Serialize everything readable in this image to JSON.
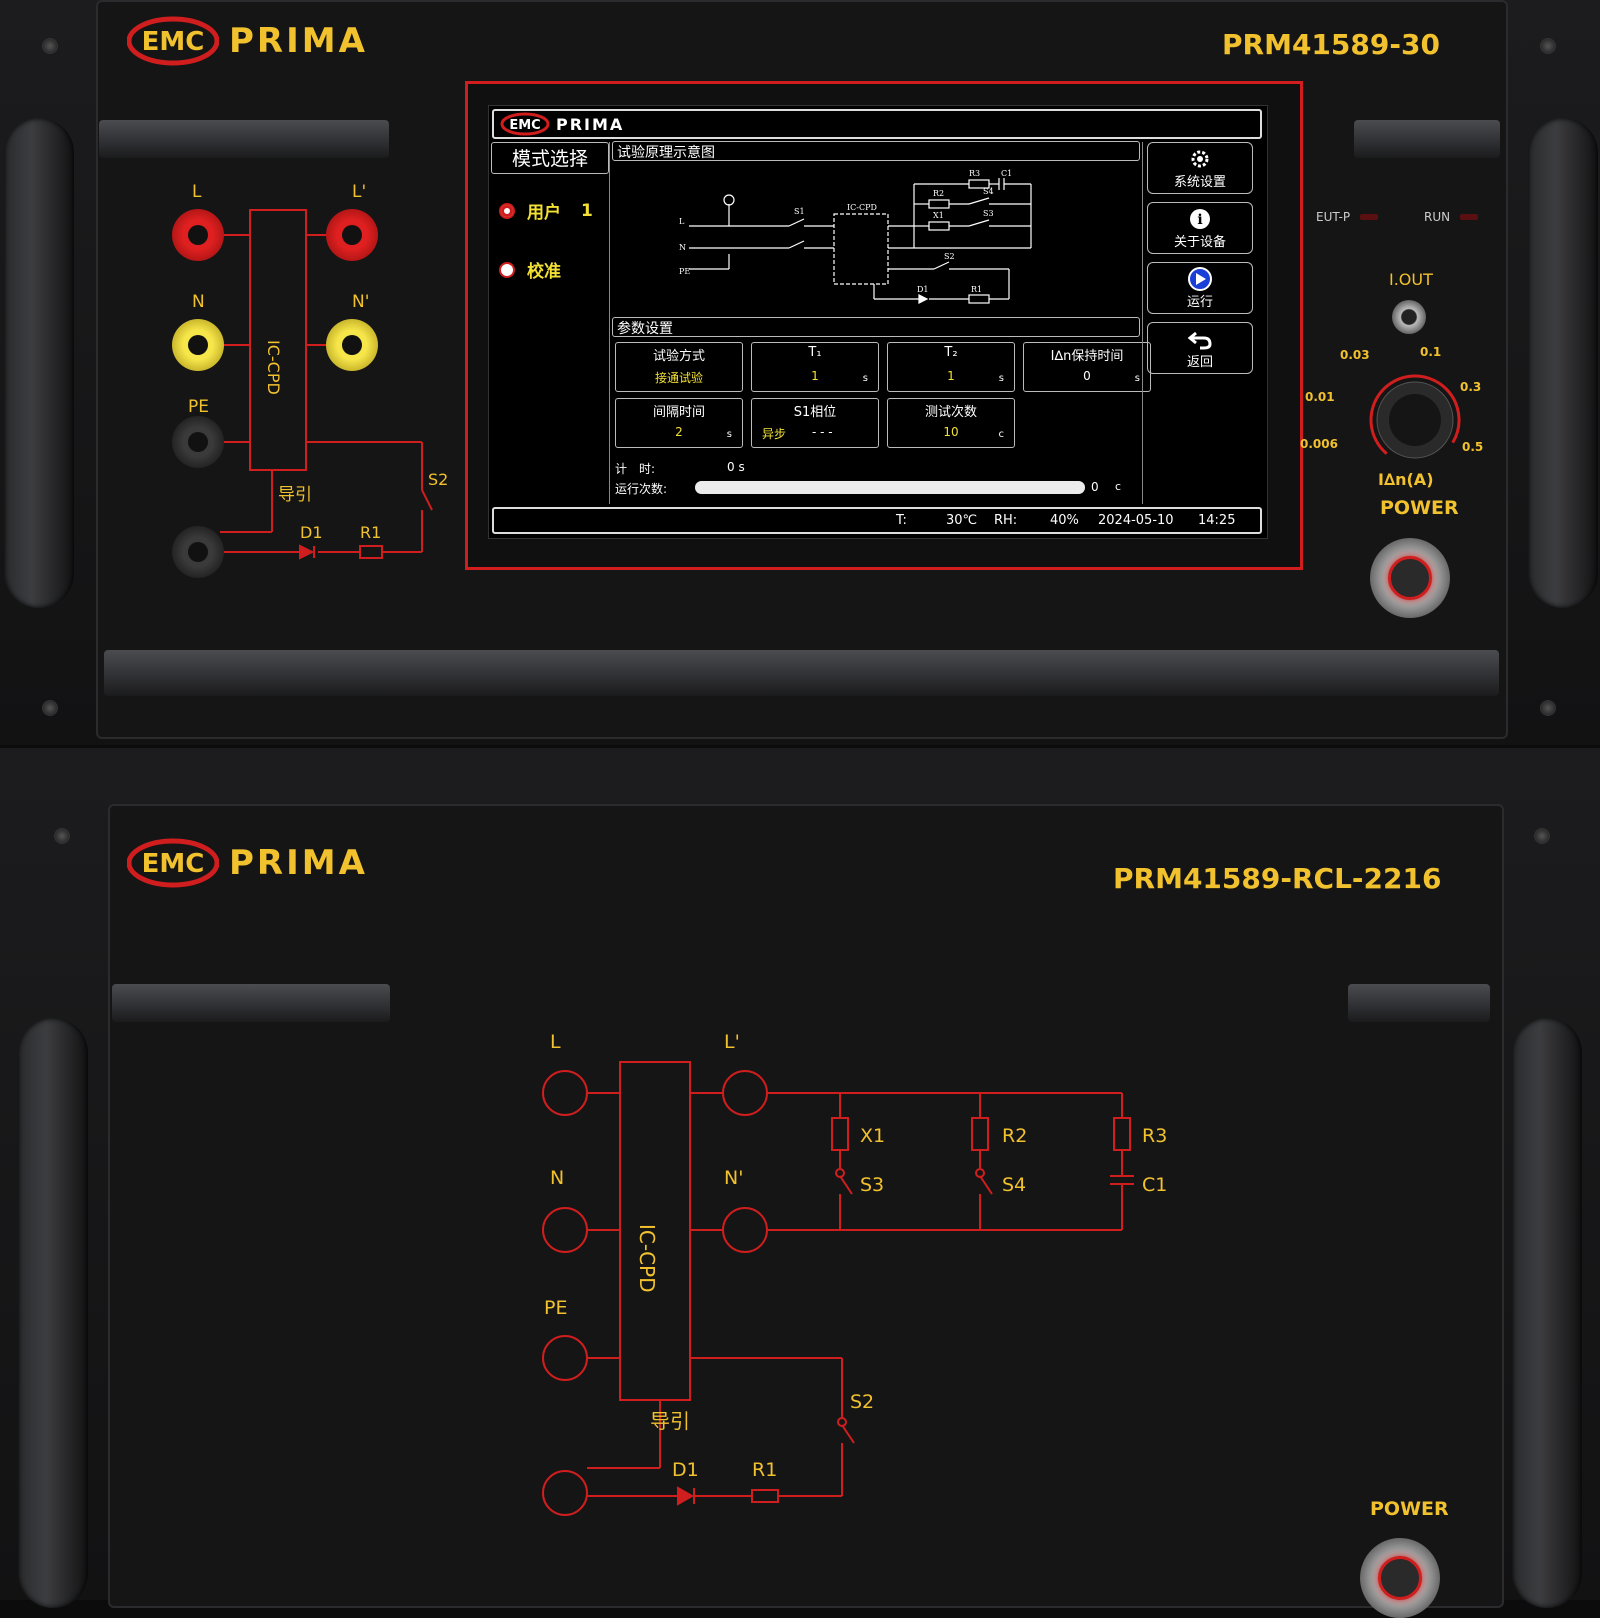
{
  "unit1": {
    "brand": "PRIMA",
    "logo_text": "EMC",
    "model": "PRM41589-30",
    "terminals": {
      "L": "L",
      "L_prime": "L'",
      "N": "N",
      "N_prime": "N'",
      "PE": "PE"
    },
    "circuit": {
      "device": "IC-CPD",
      "lead": "导引",
      "s2": "S2",
      "d1": "D1",
      "r1": "R1"
    },
    "indicators": {
      "eut": "EUT-P",
      "run": "RUN"
    },
    "output_label": "I.OUT",
    "knob": {
      "ticks": [
        "0.006",
        "0.01",
        "0.03",
        "0.1",
        "0.3",
        "0.5"
      ],
      "label": "I∆n(A)"
    },
    "power_label": "POWER"
  },
  "screen": {
    "brand": "PRIMA",
    "mode_title": "模式选择",
    "modes": [
      {
        "label": "用户",
        "value": "1",
        "selected": true
      },
      {
        "label": "校准",
        "value": "",
        "selected": false
      }
    ],
    "diagram_title": "试验原理示意图",
    "diagram_labels": {
      "L": "L",
      "N": "N",
      "PE": "PE",
      "s1": "S1",
      "s2": "S2",
      "s3": "S3",
      "s4": "S4",
      "device": "IC-CPD",
      "r1": "R1",
      "r2": "R2",
      "r3": "R3",
      "x1": "X1",
      "c1": "C1",
      "d1": "D1"
    },
    "params_title": "参数设置",
    "params": [
      {
        "label": "试验方式",
        "value": "接通试验",
        "unit": ""
      },
      {
        "label": "T₁",
        "value": "1",
        "unit": "s"
      },
      {
        "label": "T₂",
        "value": "1",
        "unit": "s"
      },
      {
        "label": "I∆n保持时间",
        "value": "0",
        "unit": "s"
      },
      {
        "label": "间隔时间",
        "value": "2",
        "unit": "s"
      },
      {
        "label": "S1相位",
        "value": "异步",
        "value2": "- - -",
        "unit": ""
      },
      {
        "label": "测试次数",
        "value": "10",
        "unit": "c"
      }
    ],
    "timer_label": "计　时:",
    "timer_value": "0 s",
    "runs_label": "运行次数:",
    "runs_value": "0",
    "runs_unit": "c",
    "runs_progress": 1.0,
    "side_buttons": [
      {
        "label": "系统设置",
        "icon": "gear-icon"
      },
      {
        "label": "关于设备",
        "icon": "info-icon"
      },
      {
        "label": "运行",
        "icon": "play-icon"
      },
      {
        "label": "返回",
        "icon": "back-icon"
      }
    ],
    "status": {
      "t_label": "T:",
      "t_value": "30℃",
      "rh_label": "RH:",
      "rh_value": "40%",
      "date": "2024-05-10",
      "time": "14:25"
    }
  },
  "unit2": {
    "brand": "PRIMA",
    "logo_text": "EMC",
    "model": "PRM41589-RCL-2216",
    "terminals": {
      "L": "L",
      "L_prime": "L'",
      "N": "N",
      "N_prime": "N'",
      "PE": "PE"
    },
    "circuit": {
      "device": "IC-CPD",
      "lead": "导引",
      "x1": "X1",
      "r2": "R2",
      "r3": "R3",
      "s3": "S3",
      "s4": "S4",
      "c1": "C1",
      "s2": "S2",
      "d1": "D1",
      "r1": "R1"
    },
    "power_label": "POWER"
  },
  "colors": {
    "accent": "#f2c12e",
    "circuit": "#d01e1e",
    "panel": "#151516",
    "screen_value": "#f2e034"
  }
}
